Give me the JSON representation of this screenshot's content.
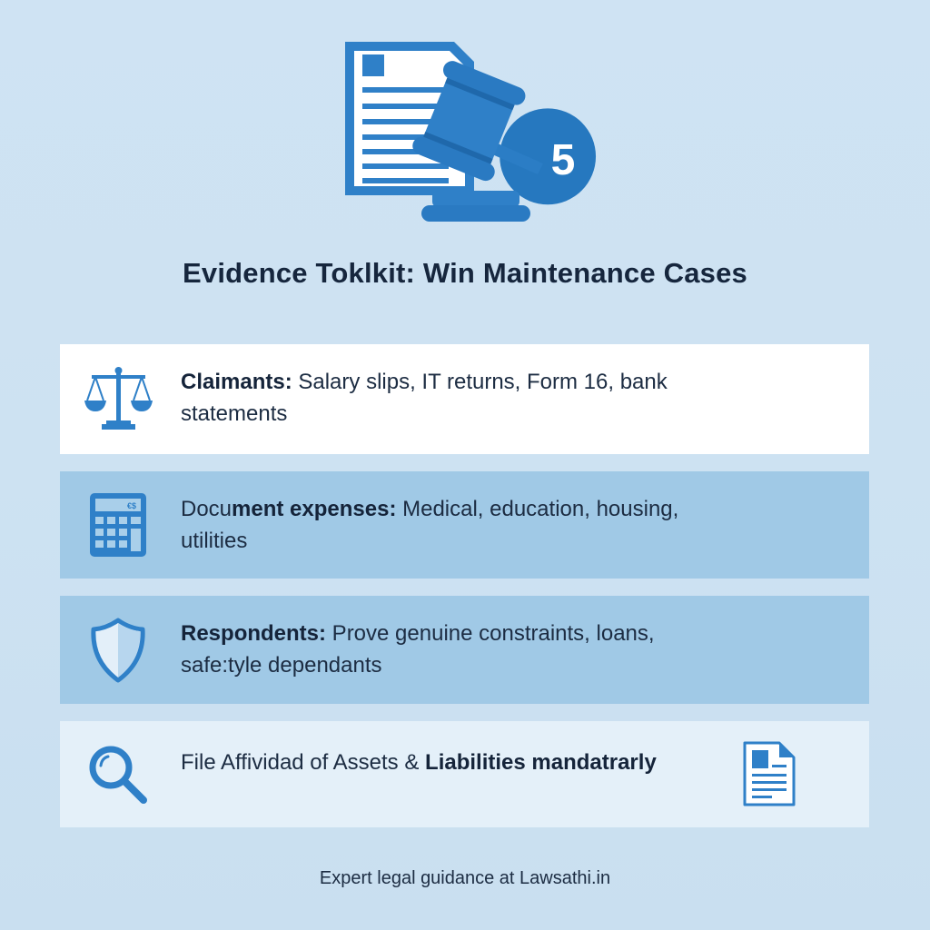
{
  "hero": {
    "badge_number": "5",
    "icons": [
      "document-icon",
      "gavel-icon",
      "number-badge"
    ]
  },
  "title": "Evidence Toklkit: Win Maintenance Cases",
  "cards": [
    {
      "icon": "scales-of-justice-icon",
      "bold": "Claimants:",
      "text": " Salary slips, IT returns, Form 16, bank statements"
    },
    {
      "icon": "calculator-icon",
      "pre": "Docu",
      "bold": "ment expenses:",
      "text": " Medical, education, housing, utilities"
    },
    {
      "icon": "shield-icon",
      "bold": "Respondents:",
      "text": " Prove genuine constraints, loans, safe:tyle dependants"
    },
    {
      "icon": "magnifying-glass-icon",
      "pre": "File Affividad of Assets & ",
      "bold": "Liabilities mandatrarly",
      "text": "",
      "trailing_icon": "document-icon"
    }
  ],
  "footer": "Expert legal guidance at Lawsathi.in",
  "colors": {
    "background": "#cde2f2",
    "accent_blue": "#2f80c8",
    "text_dark": "#16263d",
    "card_white": "#ffffff",
    "card_mid": "#a0c9e6",
    "card_light": "#e4f0f9"
  }
}
